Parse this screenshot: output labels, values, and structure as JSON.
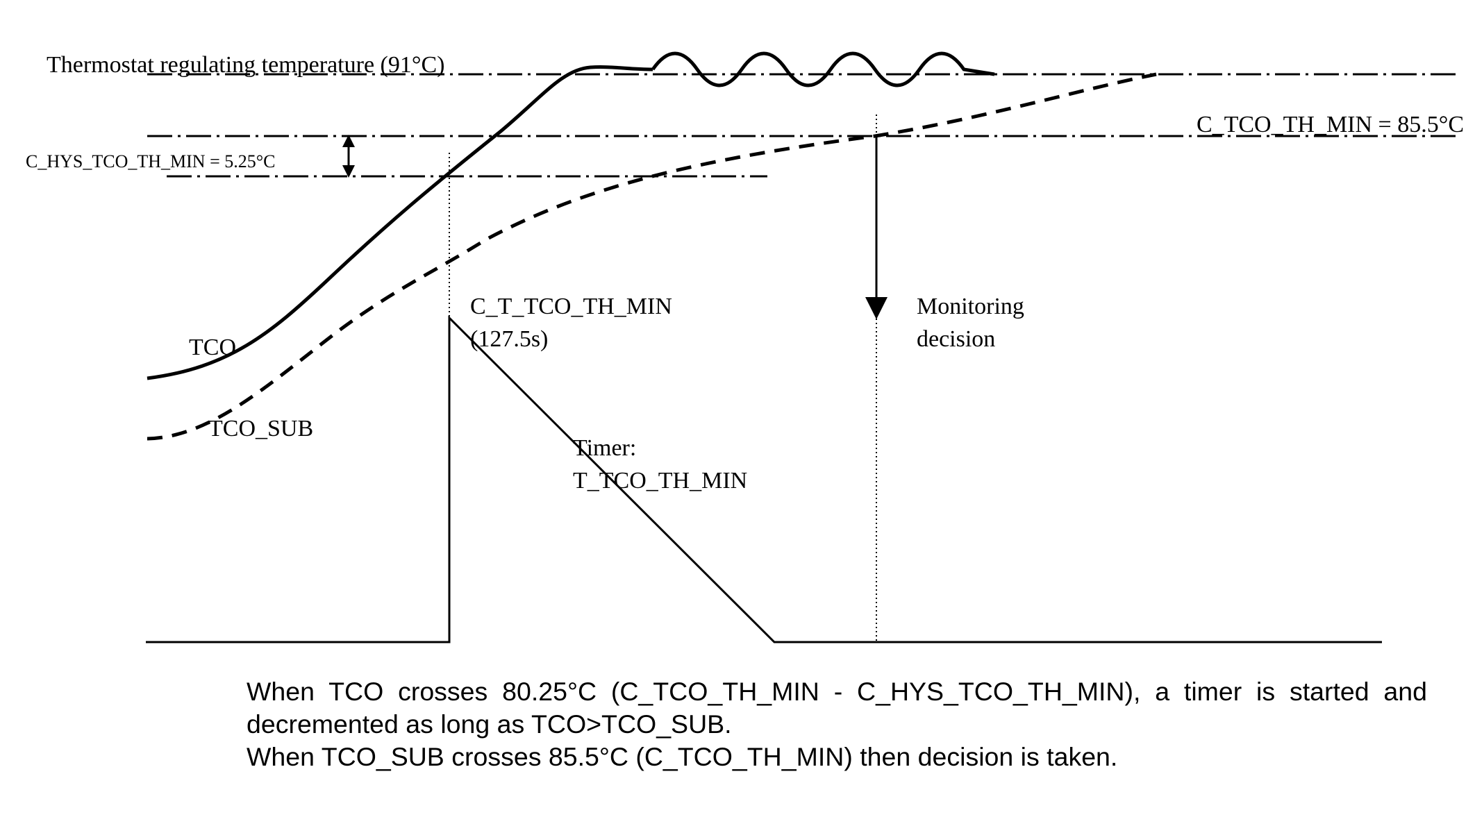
{
  "labels": {
    "thermostat": "Thermostat regulating temperature (91°C)",
    "tco_th_min": "C_TCO_TH_MIN = 85.5°C",
    "hys": "C_HYS_TCO_TH_MIN = 5.25°C",
    "tco": "TCO",
    "tco_sub": "TCO_SUB",
    "c_t_line1": "C_T_TCO_TH_MIN",
    "c_t_line2": "(127.5s)",
    "timer_line1": "Timer:",
    "timer_line2": "T_TCO_TH_MIN",
    "monitoring_line1": "Monitoring",
    "monitoring_line2": "decision"
  },
  "caption": {
    "line1": "When TCO crosses 80.25°C (C_TCO_TH_MIN - C_HYS_TCO_TH_MIN), a timer is started and decremented as long as TCO>TCO_SUB.",
    "line2": "When TCO_SUB crosses 85.5°C (C_TCO_TH_MIN) then decision is taken."
  },
  "colors": {
    "line": "#000000",
    "background": "#ffffff"
  }
}
